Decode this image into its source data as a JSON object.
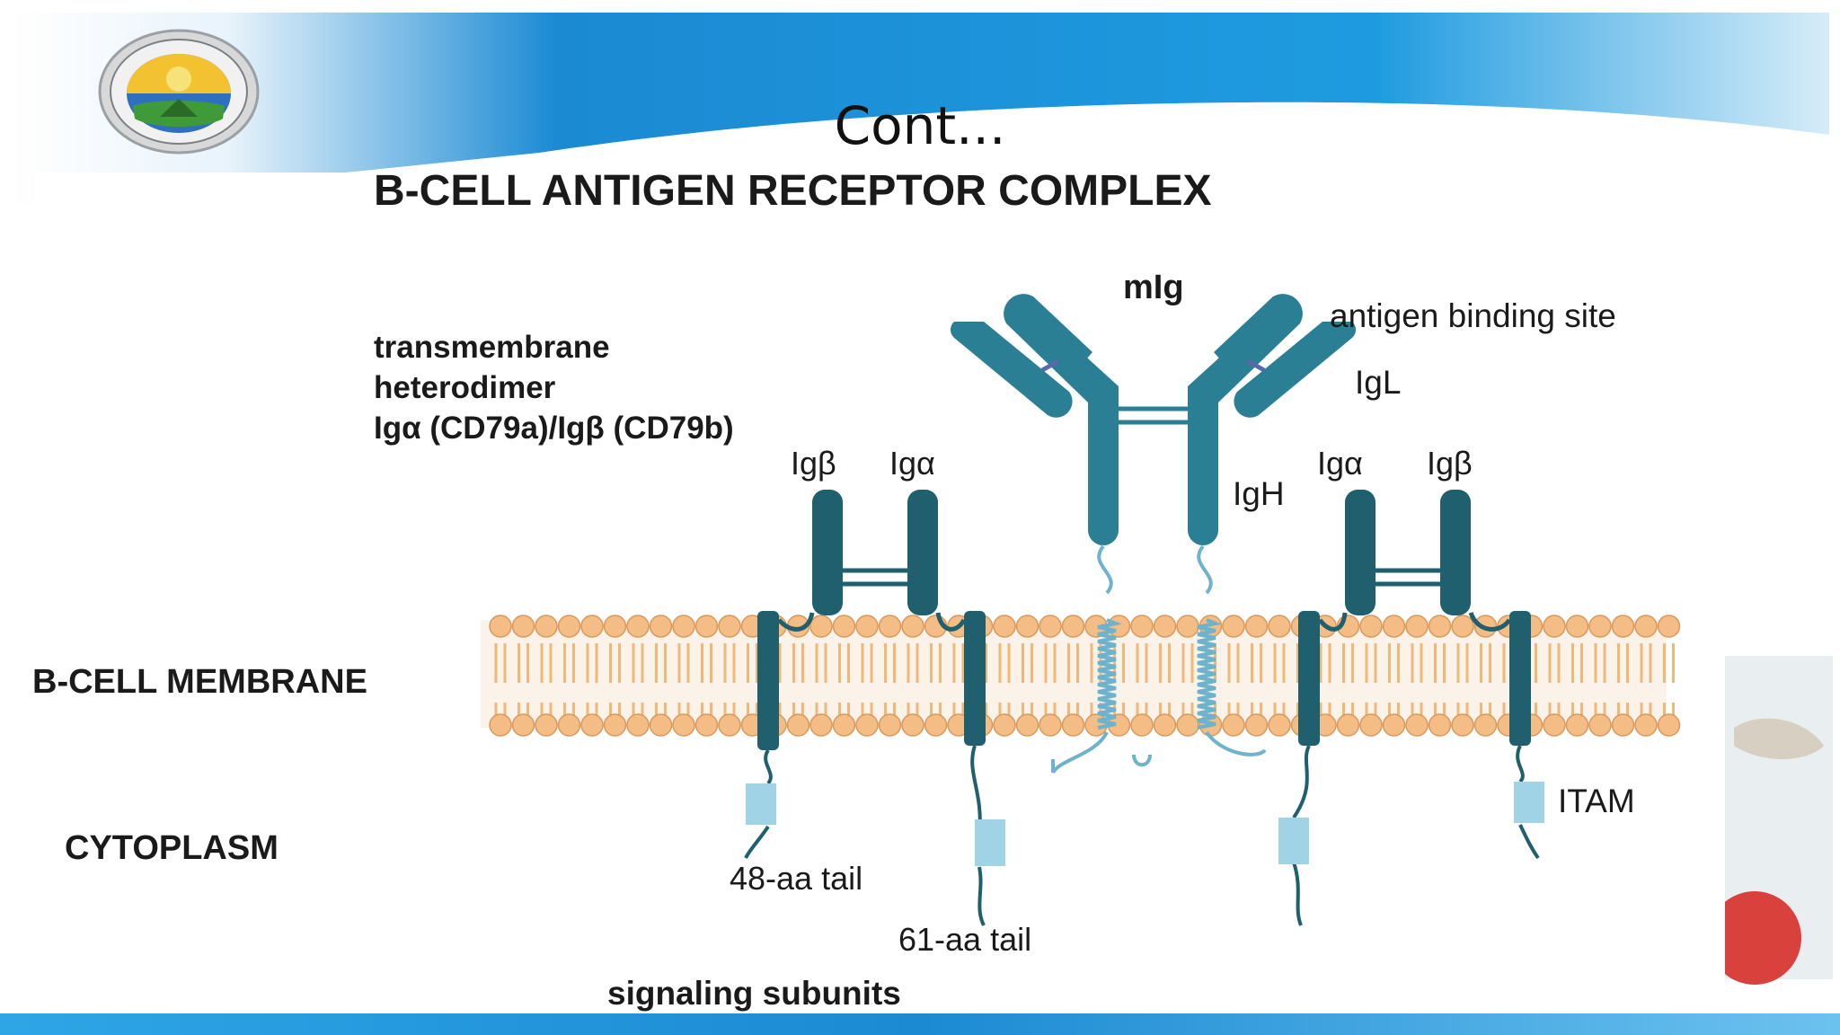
{
  "slide": {
    "title": "Cont...",
    "colors": {
      "accent_blue": "#1b8ad3",
      "receptor_teal": "#2a7f94",
      "membrane_orange": "#f3bd85",
      "red_dot": "#d9423c"
    },
    "logo_icon": "university-seal-icon"
  },
  "diagram": {
    "heading": "B-CELL ANTIGEN RECEPTOR COMPLEX",
    "left_labels": {
      "line1": "transmembrane",
      "line2": "heterodimer",
      "line3": "Igα (CD79a)/Igβ (CD79b)"
    },
    "mIg": "mIg",
    "antigen_binding_site": "antigen binding site",
    "IgL": "IgL",
    "IgH": "IgH",
    "left_pair": {
      "a": "Igβ",
      "b": "Igα"
    },
    "right_pair": {
      "a": "Igα",
      "b": "Igβ"
    },
    "membrane": "B-CELL MEMBRANE",
    "cytoplasm": "CYTOPLASM",
    "itam": "ITAM",
    "tail48": "48-aa tail",
    "tail61": "61-aa tail",
    "signaling": "signaling subunits"
  }
}
